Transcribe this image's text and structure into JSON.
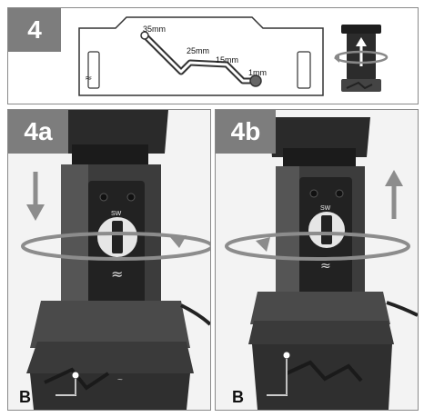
{
  "top": {
    "step_label": "4",
    "depths": [
      "35mm",
      "25mm",
      "15mm",
      "1mm"
    ]
  },
  "panels": [
    {
      "id": "a",
      "step_label": "4a",
      "marker_label": "B",
      "direction": "down"
    },
    {
      "id": "b",
      "step_label": "4b",
      "marker_label": "B",
      "direction": "up"
    }
  ],
  "colors": {
    "badge": "#7d7d7d",
    "arrow": "#8c8c8c",
    "device": "#3a3a3a"
  }
}
